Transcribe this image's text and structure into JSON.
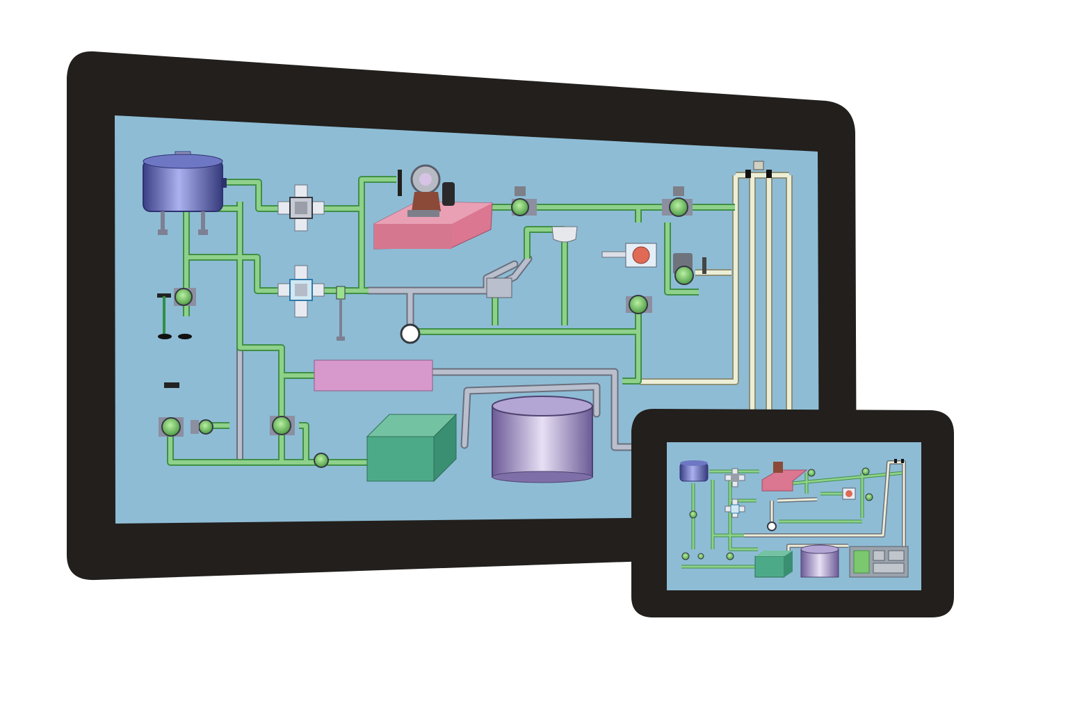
{
  "colors": {
    "background": "#ffffff",
    "bezel": "#221f1c",
    "screen": "#8ebcd5",
    "pipe_green": "#8fd18a",
    "pipe_green_edge": "#3f8f48",
    "pipe_grey": "#b9bfcc",
    "pipe_grey_edge": "#6a6f7d",
    "pipe_cream": "#eceed6",
    "pipe_cream_edge": "#8c8e78",
    "tank_blue": "#5d66b0",
    "heater_pink": "#db7791",
    "exchanger_pink": "#d799cc",
    "box_green": "#4caa88",
    "vessel_purple": "#9b8bc0",
    "valve_green": "#7cc86e"
  },
  "devices": [
    {
      "name": "large-panel",
      "type": "wide industrial touch panel",
      "labels": []
    },
    {
      "name": "small-panel",
      "type": "compact industrial touch panel",
      "labels": []
    }
  ],
  "diagram": {
    "kind": "process piping schematic (P&ID style)",
    "components": [
      {
        "id": "storage-tank",
        "icon": "cylindrical-tank-icon"
      },
      {
        "id": "manifold-1",
        "icon": "cross-manifold-icon"
      },
      {
        "id": "manifold-2",
        "icon": "cross-manifold-icon"
      },
      {
        "id": "pump-on-heater",
        "icon": "pump-icon"
      },
      {
        "id": "heater-block",
        "icon": "heater-block-icon"
      },
      {
        "id": "heat-exchanger",
        "icon": "heat-exchanger-icon"
      },
      {
        "id": "mixing-box",
        "icon": "cube-tank-icon"
      },
      {
        "id": "process-vessel",
        "icon": "open-vessel-icon"
      },
      {
        "id": "pressure-gauge",
        "icon": "gauge-icon"
      },
      {
        "id": "separator",
        "icon": "separator-icon"
      },
      {
        "id": "control-valves",
        "icon": "valve-icon"
      }
    ]
  }
}
